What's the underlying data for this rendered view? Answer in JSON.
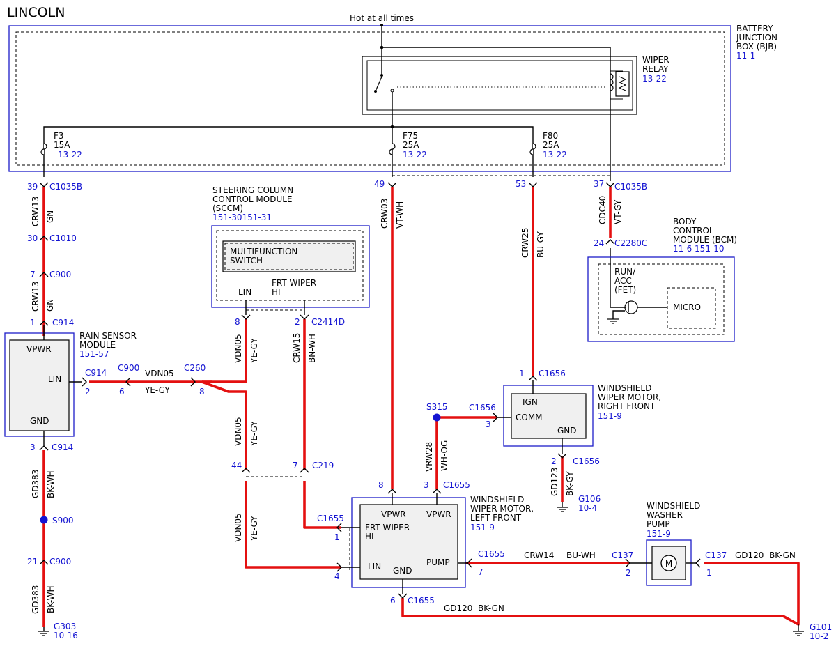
{
  "title": "LINCOLN",
  "top_label": "Hot at all times",
  "bjb": {
    "name1": "BATTERY",
    "name2": "JUNCTION",
    "name3": "BOX (BJB)",
    "ref": "11-1"
  },
  "relay": {
    "name1": "WIPER",
    "name2": "RELAY",
    "ref": "13-22"
  },
  "fuses": [
    {
      "id": "F3",
      "amp": "15A",
      "ref": "13-22"
    },
    {
      "id": "F75",
      "amp": "25A",
      "ref": "13-22"
    },
    {
      "id": "F80",
      "amp": "25A",
      "ref": "13-22"
    }
  ],
  "sccm": {
    "name1": "STEERING COLUMN",
    "name2": "CONTROL MODULE",
    "name3": "(SCCM)",
    "ref": "151-30151-31",
    "switch1": "MULTIFUNCTION",
    "switch2": "SWITCH",
    "pin_lin": "LIN",
    "pin_frt1": "FRT WIPER",
    "pin_frt2": "HI"
  },
  "bcm": {
    "name1": "BODY",
    "name2": "CONTROL",
    "name3": "MODULE (BCM)",
    "ref": "11-6  151-10",
    "run1": "RUN/",
    "run2": "ACC",
    "run3": "(FET)",
    "micro": "MICRO"
  },
  "rain": {
    "name1": "RAIN SENSOR",
    "name2": "MODULE",
    "ref": "151-57",
    "vpwr": "VPWR",
    "lin": "LIN",
    "gnd": "GND"
  },
  "wmrf": {
    "name1": "WINDSHIELD",
    "name2": "WIPER MOTOR,",
    "name3": "RIGHT FRONT",
    "ref": "151-9",
    "ign": "IGN",
    "comm": "COMM",
    "gnd": "GND"
  },
  "wmlf": {
    "name1": "WINDSHIELD",
    "name2": "WIPER MOTOR,",
    "name3": "LEFT FRONT",
    "ref": "151-9",
    "vpwr1": "VPWR",
    "vpwr2": "VPWR",
    "frt1": "FRT WIPER",
    "frt2": "HI",
    "lin": "LIN",
    "gnd": "GND",
    "pump": "PUMP"
  },
  "pump": {
    "name1": "WINDSHIELD",
    "name2": "WASHER",
    "name3": "PUMP",
    "ref": "151-9",
    "motor": "M"
  },
  "connectors": {
    "c1035b_l": "C1035B",
    "c1035b_r": "C1035B",
    "c1010": "C1010",
    "c900_a": "C900",
    "c914_a": "C914",
    "c914_b": "C914",
    "c900_b": "C900",
    "c260": "C260",
    "c914_c": "C914",
    "c900_c": "C900",
    "c2414d": "C2414D",
    "c2280c": "C2280C",
    "c1656_a": "C1656",
    "c1656_b": "C1656",
    "c1656_c": "C1656",
    "c219": "C219",
    "c1655_a": "C1655",
    "c1655_b": "C1655",
    "c1655_c": "C1655",
    "c1655_d": "C1655",
    "c137_a": "C137",
    "c137_b": "C137"
  },
  "pins": {
    "p39": "39",
    "p30": "30",
    "p7a": "7",
    "p1a": "1",
    "p2a": "2",
    "p6a": "6",
    "p8a": "8",
    "p3a": "3",
    "p21": "21",
    "p49": "49",
    "p53": "53",
    "p37": "37",
    "p24": "24",
    "p8b": "8",
    "p2b": "2",
    "p44": "44",
    "p7b": "7",
    "p1b": "1",
    "p3b": "3",
    "p2c": "2",
    "p8c": "8",
    "p3c": "3",
    "p1c": "1",
    "p4": "4",
    "p6b": "6",
    "p7c": "7",
    "p2d": "2",
    "p1d": "1"
  },
  "wires": {
    "crw13_a": "CRW13",
    "gn_a": "GN",
    "crw13_b": "CRW13",
    "gn_b": "GN",
    "vdn05_a": "VDN05",
    "yegy_a": "YE-GY",
    "gd383_a": "GD383",
    "bkwh_a": "BK-WH",
    "gd383_b": "GD383",
    "bkwh_b": "BK-WH",
    "vdn05_b": "VDN05",
    "yegy_b": "YE-GY",
    "crw15": "CRW15",
    "bnwh": "BN-WH",
    "vdn05_c": "VDN05",
    "yegy_c": "YE-GY",
    "vdn05_d": "VDN05",
    "yegy_d": "YE-GY",
    "crw03": "CRW03",
    "vtwh": "VT-WH",
    "crw25": "CRW25",
    "bugy": "BU-GY",
    "cdc40": "CDC40",
    "vtgy": "VT-GY",
    "vrw28": "VRW28",
    "whog": "WH-OG",
    "gd123": "GD123",
    "bkgy": "BK-GY",
    "crw14": "CRW14",
    "buwh": "BU-WH",
    "gd120_a": "GD120",
    "bkgn_a": "BK-GN",
    "gd120_b": "GD120",
    "bkgn_b": "BK-GN"
  },
  "splices": {
    "s315": "S315",
    "s900": "S900"
  },
  "grounds": {
    "g303": "G303",
    "g303_ref": "10-16",
    "g106": "G106",
    "g106_ref": "10-4",
    "g101": "G101",
    "g101_ref": "10-2"
  }
}
